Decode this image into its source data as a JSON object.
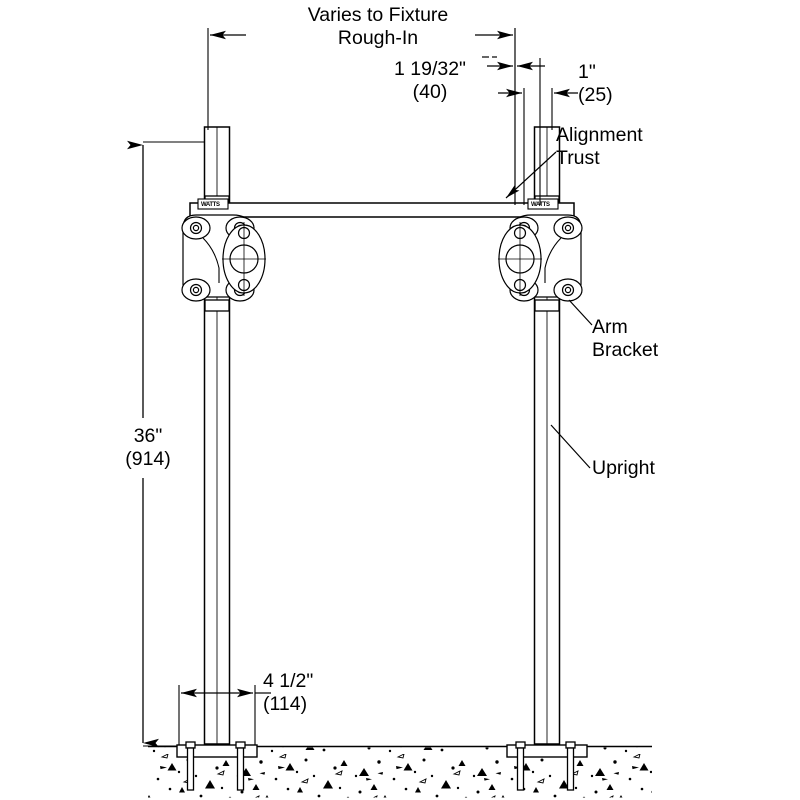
{
  "drawing": {
    "title": "Watts carrier upright assembly elevation",
    "line_color": "#000000",
    "background_color": "#ffffff"
  },
  "dimensions": {
    "varies": {
      "label_line1": "Varies to Fixture",
      "label_line2": "Rough-In"
    },
    "offset": {
      "imperial": "1 19/32\"",
      "metric": "(40)"
    },
    "thickness": {
      "imperial": "1\"",
      "metric": "(25)"
    },
    "height": {
      "imperial": "36\"",
      "metric": "(914)"
    },
    "base_width": {
      "imperial": "4 1/2\"",
      "metric": "(114)"
    }
  },
  "callouts": {
    "alignment_trust": {
      "line1": "Alignment",
      "line2": "Trust"
    },
    "arm_bracket": {
      "line1": "Arm",
      "line2": "Bracket"
    },
    "upright": {
      "line1": "Upright"
    }
  },
  "brand": {
    "bracket_mark": "WATTS"
  }
}
